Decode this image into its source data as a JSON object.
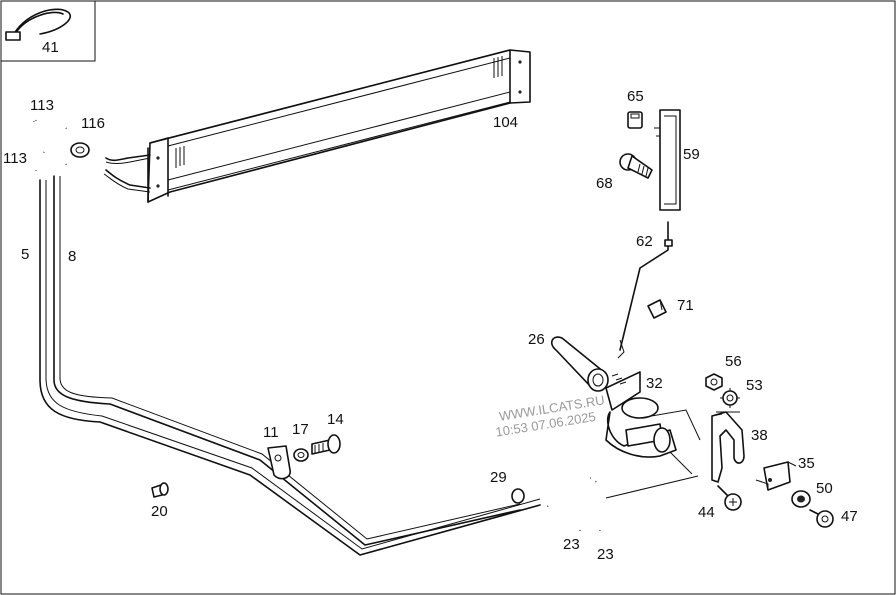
{
  "labels": {
    "p41": "41",
    "p113a": "113",
    "p116": "116",
    "p113b": "113",
    "p5": "5",
    "p8": "8",
    "p104": "104",
    "p65": "65",
    "p59": "59",
    "p68": "68",
    "p62": "62",
    "p71": "71",
    "p26": "26",
    "p56": "56",
    "p32": "32",
    "p53": "53",
    "p38": "38",
    "p11": "11",
    "p17": "17",
    "p14": "14",
    "p35": "35",
    "p29": "29",
    "p50": "50",
    "p20": "20",
    "p44": "44",
    "p47": "47",
    "p23a": "23",
    "p23b": "23"
  },
  "watermark": {
    "line1": "WWW.ILCATS.RU",
    "line2": "10:53 07.06.2025"
  }
}
